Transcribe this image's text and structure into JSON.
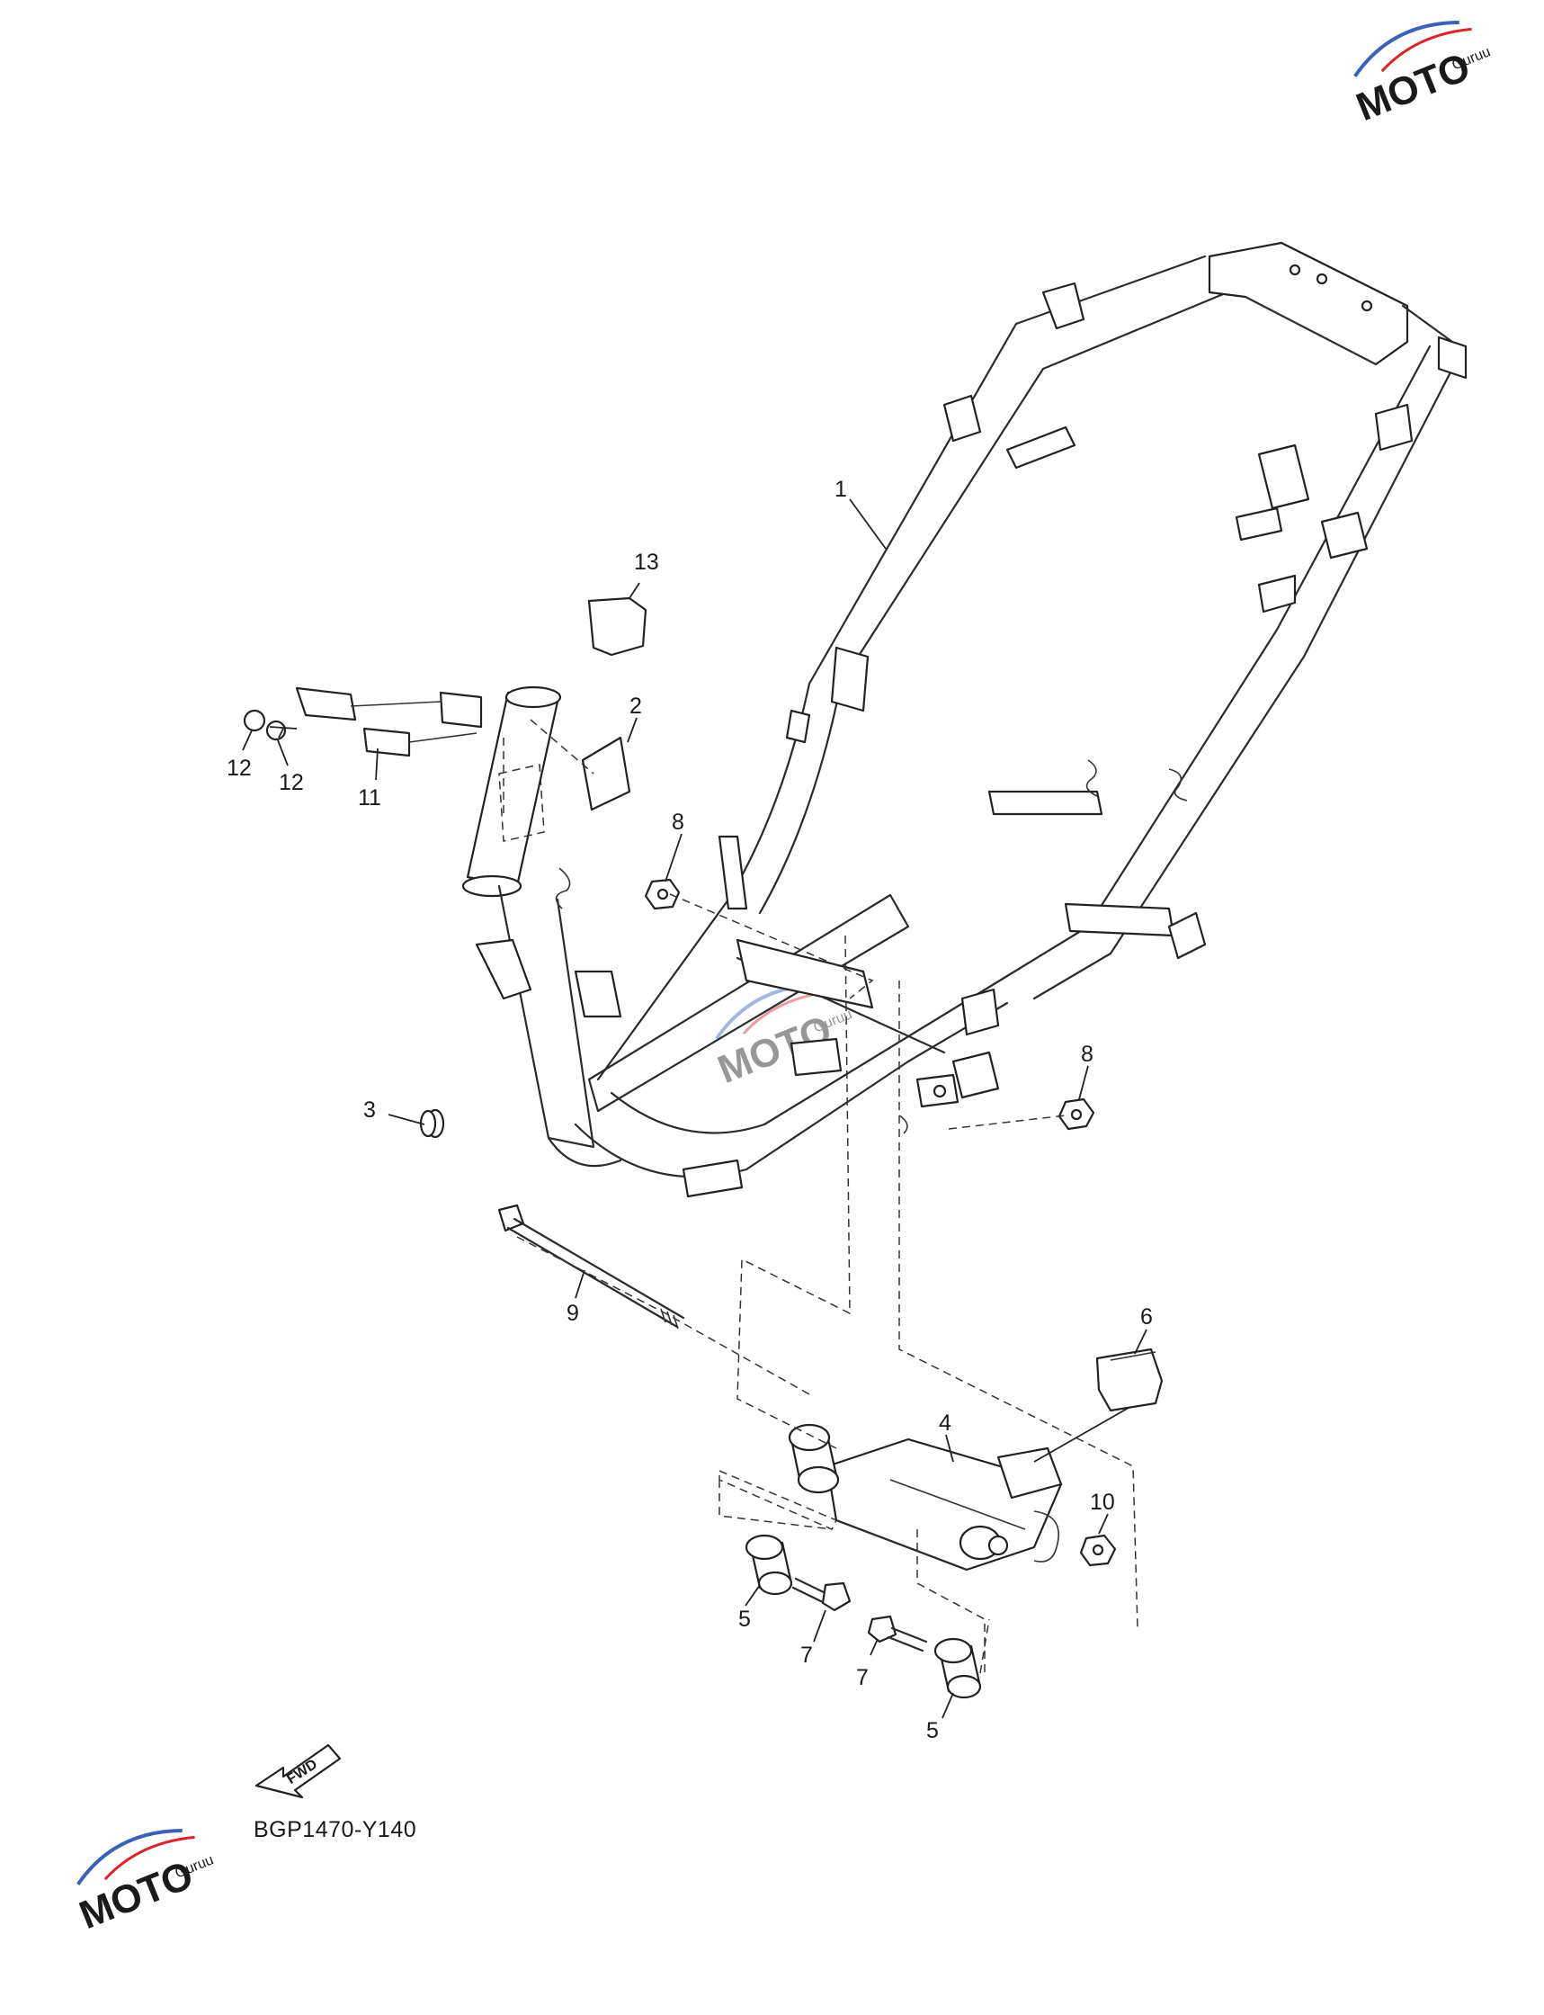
{
  "diagram": {
    "code": "BGP1470-Y140",
    "fwd_label": "FWD",
    "callouts": [
      {
        "id": "c1",
        "text": "1"
      },
      {
        "id": "c2",
        "text": "2"
      },
      {
        "id": "c3",
        "text": "3"
      },
      {
        "id": "c4",
        "text": "4"
      },
      {
        "id": "c5a",
        "text": "5"
      },
      {
        "id": "c5b",
        "text": "5"
      },
      {
        "id": "c6",
        "text": "6"
      },
      {
        "id": "c7a",
        "text": "7"
      },
      {
        "id": "c7b",
        "text": "7"
      },
      {
        "id": "c8a",
        "text": "8"
      },
      {
        "id": "c8b",
        "text": "8"
      },
      {
        "id": "c9",
        "text": "9"
      },
      {
        "id": "c10",
        "text": "10"
      },
      {
        "id": "c11",
        "text": "11"
      },
      {
        "id": "c12a",
        "text": "12"
      },
      {
        "id": "c12b",
        "text": "12"
      },
      {
        "id": "c13",
        "text": "13"
      }
    ]
  },
  "watermark": {
    "brand": "MOTO",
    "sub": "Guruu",
    "colors": {
      "red": "#d9252a",
      "blue": "#3a62b8",
      "grey": "#8a8a8a"
    }
  }
}
